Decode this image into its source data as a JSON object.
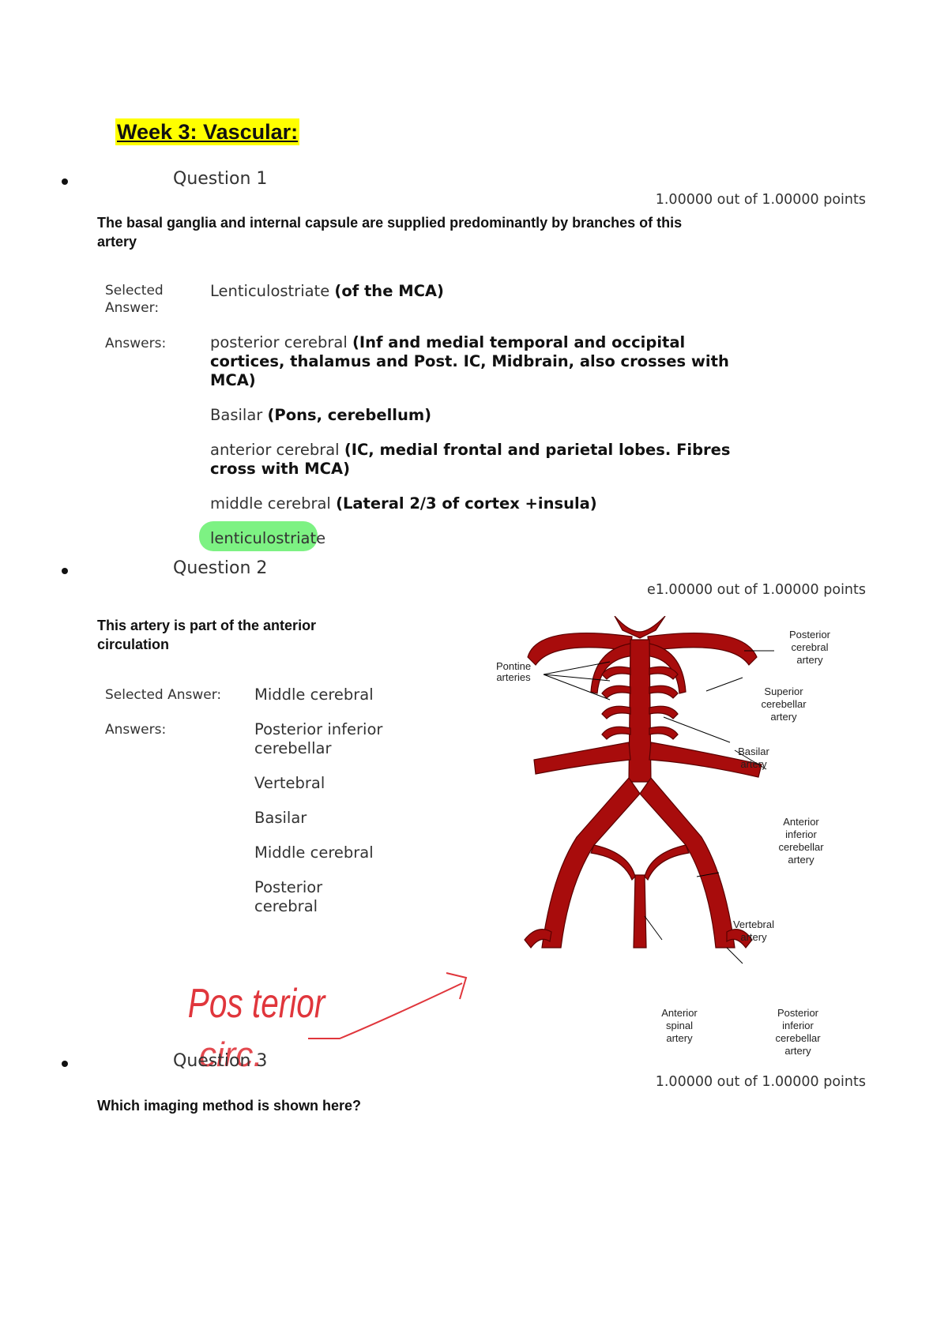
{
  "page_title": "Week 3: Vascular:",
  "q1": {
    "heading": "Question 1",
    "points": "1.00000 out of 1.00000 points",
    "text_line1": "The basal ganglia and internal capsule are supplied predominantly by branches of this",
    "text_line2": "artery",
    "selected_label_1": "Selected",
    "selected_label_2": "Answer:",
    "selected_answer": "Lenticulostriate",
    "selected_note": "(of the MCA)",
    "answers_label": "Answers:",
    "answers": [
      {
        "name": "posterior cerebral",
        "note_l1": "(Inf and medial temporal and occipital",
        "note_l2": "cortices, thalamus and Post. IC, Midbrain, also crosses with",
        "note_l3": "MCA)"
      },
      {
        "name": "Basilar",
        "note_l1": "(Pons, cerebellum)"
      },
      {
        "name": "anterior cerebral",
        "note_l1": "(IC, medial frontal and parietal lobes. Fibres",
        "note_l2": "cross with MCA)"
      },
      {
        "name": "middle cerebral",
        "note_l1": "(Lateral 2/3 of cortex +insula)"
      },
      {
        "name": "lenticulostriate"
      }
    ]
  },
  "q2": {
    "heading": "Question 2",
    "points": "e1.00000 out of 1.00000 points",
    "text_line1": "This artery is part of the anterior",
    "text_line2": "circulation",
    "selected_label": "Selected Answer:",
    "selected_answer": "Middle cerebral",
    "answers_label": "Answers:",
    "answers": [
      "Posterior inferior",
      "cerebellar",
      "Vertebral",
      "Basilar",
      "Middle cerebral",
      "Posterior",
      "cerebral"
    ],
    "handwritten_note_l1": "Pos terior",
    "handwritten_note_l2": "circ."
  },
  "diagram": {
    "labels": {
      "pontine_1": "Pontine",
      "pontine_2": "arteries",
      "pca_1": "Posterior",
      "pca_2": "cerebral",
      "pca_3": "artery",
      "sca_1": "Superior",
      "sca_2": "cerebellar",
      "sca_3": "artery",
      "basilar_1": "Basilar",
      "basilar_2": "artery",
      "aica_1": "Anterior",
      "aica_2": "inferior",
      "aica_3": "cerebellar",
      "aica_4": "artery",
      "vert_1": "Vertebral",
      "vert_2": "artery",
      "asa_1": "Anterior",
      "asa_2": "spinal",
      "asa_3": "artery",
      "pica_1": "Posterior",
      "pica_2": "inferior",
      "pica_3": "cerebellar",
      "pica_4": "artery"
    },
    "artery_color": "#a80c0c",
    "annotation_color": "#e0363c"
  },
  "q3": {
    "heading": "Question 3",
    "points": "1.00000 out of 1.00000 points",
    "text": "Which imaging method is shown here?"
  }
}
